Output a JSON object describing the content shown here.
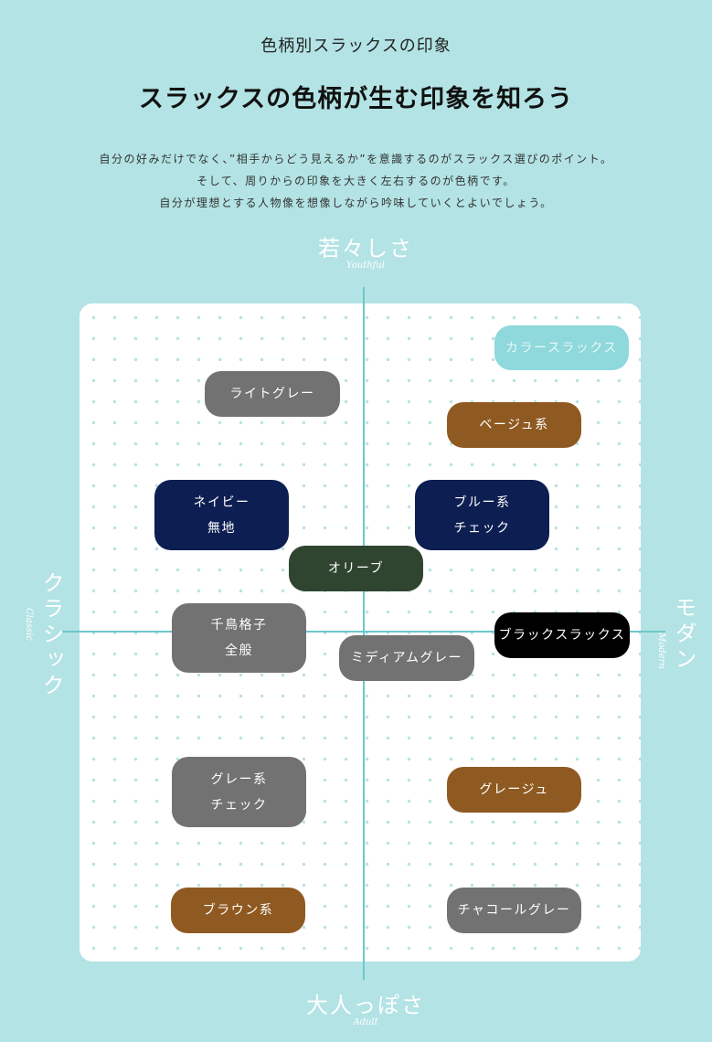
{
  "header": {
    "subtitle": "色柄別スラックスの印象",
    "title": "スラックスの色柄が生む印象を知ろう",
    "intro": [
      "自分の好みだけでなく、”相手からどう見えるか”を意識するのがスラックス選びのポイント。",
      "そして、周りからの印象を大きく左右するのが色柄です。",
      "自分が理想とする人物像を想像しながら吟味していくとよいでしょう。"
    ]
  },
  "axes": {
    "top": {
      "label": "若々しさ",
      "sub": "Youthful"
    },
    "bottom": {
      "label": "大人っぽさ",
      "sub": "Adult"
    },
    "left": {
      "label": "クラシック",
      "sub": "Classic"
    },
    "right": {
      "label": "モダン",
      "sub": "Modern"
    }
  },
  "colors": {
    "background": "#b3e3e4",
    "axis": "#6ec7ca",
    "navy": "#0d1e52",
    "gray": "#727272",
    "brown": "#8f5a22",
    "olive": "#2f4530",
    "black": "#000000",
    "cyan": "#8fd8db"
  },
  "items": [
    {
      "line1": "カラースラックス",
      "line2": "",
      "color": "#8fd8db",
      "text_color": "#e8f9f9"
    },
    {
      "line1": "ライトグレー",
      "line2": "",
      "color": "#727272",
      "text_color": "#ffffff"
    },
    {
      "line1": "ベージュ系",
      "line2": "",
      "color": "#8f5a22",
      "text_color": "#ffffff"
    },
    {
      "line1": "ネイビー",
      "line2": "無地",
      "color": "#0d1e52",
      "text_color": "#ffffff"
    },
    {
      "line1": "ブルー系",
      "line2": "チェック",
      "color": "#0d1e52",
      "text_color": "#ffffff"
    },
    {
      "line1": "オリーブ",
      "line2": "",
      "color": "#2f4530",
      "text_color": "#ffffff"
    },
    {
      "line1": "千鳥格子",
      "line2": "全般",
      "color": "#727272",
      "text_color": "#ffffff"
    },
    {
      "line1": "ブラックスラックス",
      "line2": "",
      "color": "#000000",
      "text_color": "#ffffff"
    },
    {
      "line1": "ミディアムグレー",
      "line2": "",
      "color": "#727272",
      "text_color": "#ffffff"
    },
    {
      "line1": "グレー系",
      "line2": "チェック",
      "color": "#727272",
      "text_color": "#ffffff"
    },
    {
      "line1": "グレージュ",
      "line2": "",
      "color": "#8f5a22",
      "text_color": "#ffffff"
    },
    {
      "line1": "ブラウン系",
      "line2": "",
      "color": "#8f5a22",
      "text_color": "#ffffff"
    },
    {
      "line1": "チャコールグレー",
      "line2": "",
      "color": "#727272",
      "text_color": "#ffffff"
    }
  ]
}
